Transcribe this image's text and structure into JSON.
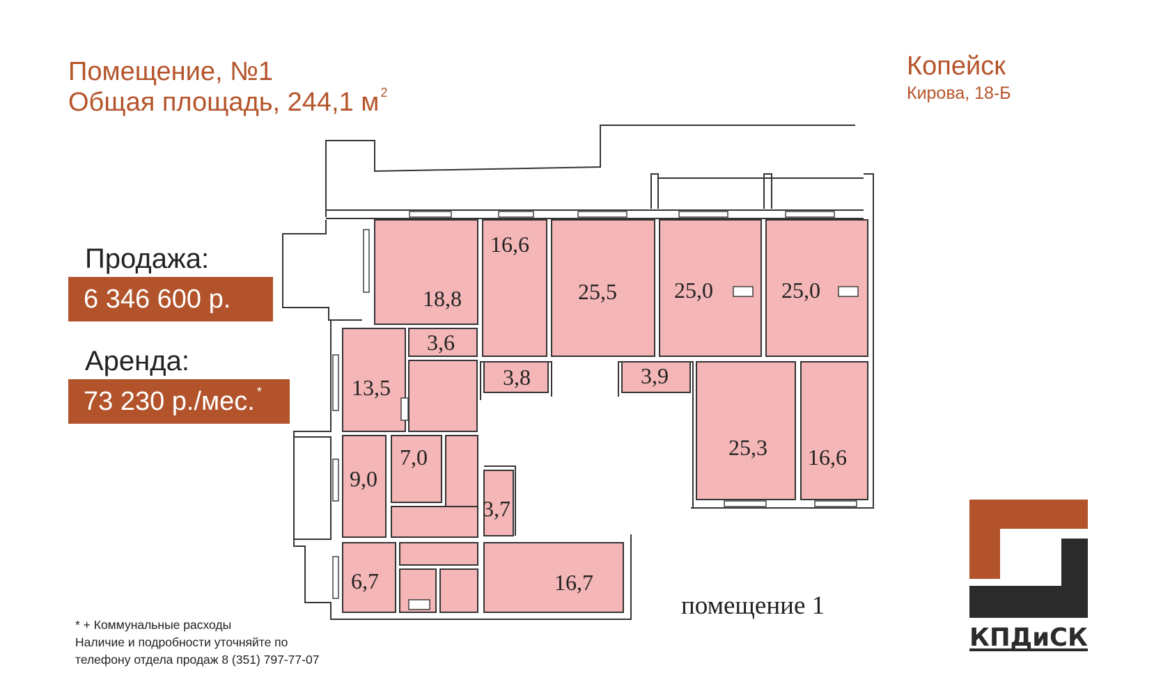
{
  "header": {
    "title_line1": "Помещение, №1",
    "title_line2": "Общая площадь, 244,1 м",
    "area_unit_sup": "2",
    "city": "Копейск",
    "street": "Кирова, 18-Б"
  },
  "pricing": {
    "sale_label": "Продажа:",
    "sale_price": "6 346 600 р.",
    "rent_label": "Аренда:",
    "rent_price": "73 230 р./мес.",
    "rent_marker": "*"
  },
  "footnote": {
    "line1": "* + Коммунальные расходы",
    "line2": "Наличие и подробности уточняйте по",
    "line3": "телефону отдела продаж 8 (351) 797-77-07"
  },
  "plan": {
    "caption": "помещение 1",
    "room_areas": [
      "18,8",
      "16,6",
      "25,5",
      "25,0",
      "25,0",
      "3,6",
      "13,5",
      "3,8",
      "3,9",
      "25,3",
      "16,6",
      "9,0",
      "7,0",
      "3,7",
      "6,7",
      "16,7"
    ]
  },
  "logo": {
    "text": "КПДиСК",
    "colors": {
      "accent": "#b2532c",
      "dark": "#2b2b2b"
    }
  },
  "colors": {
    "heading": "#b5542a",
    "price_box": "#b2532c",
    "room_fill": "#f4b6b7"
  }
}
